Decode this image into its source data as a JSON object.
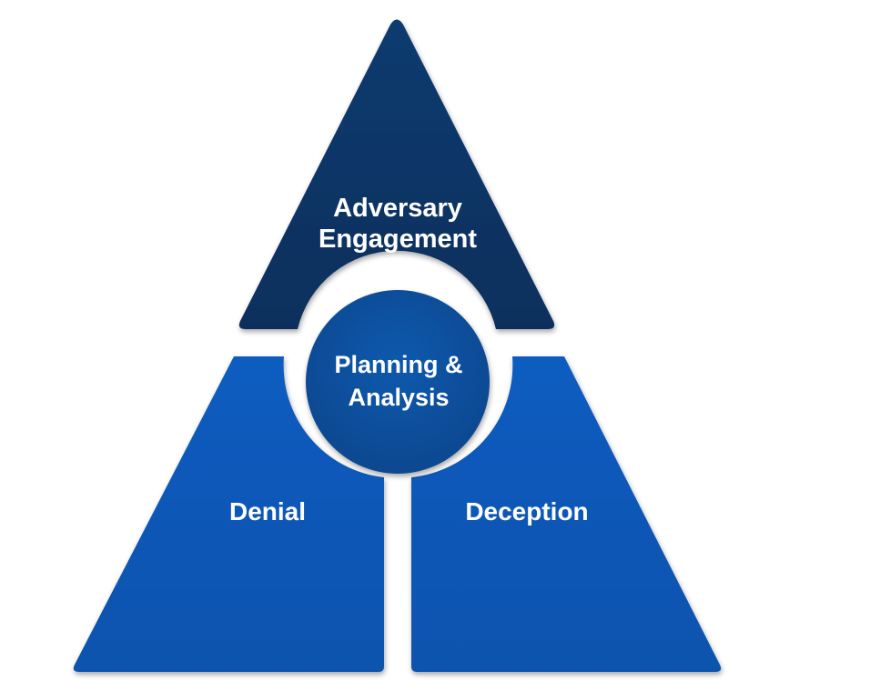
{
  "diagram": {
    "top": {
      "line1": "Adversary",
      "line2": "Engagement"
    },
    "center": {
      "line1": "Planning &",
      "line2": "Analysis"
    },
    "left": {
      "label": "Denial"
    },
    "right": {
      "label": "Deception"
    }
  },
  "colors": {
    "top_segment": "#0b3566",
    "center_circle": "#0d4f9e",
    "bottom_segments": "#0a5bbd",
    "text": "#ffffff",
    "background": "#ffffff"
  }
}
